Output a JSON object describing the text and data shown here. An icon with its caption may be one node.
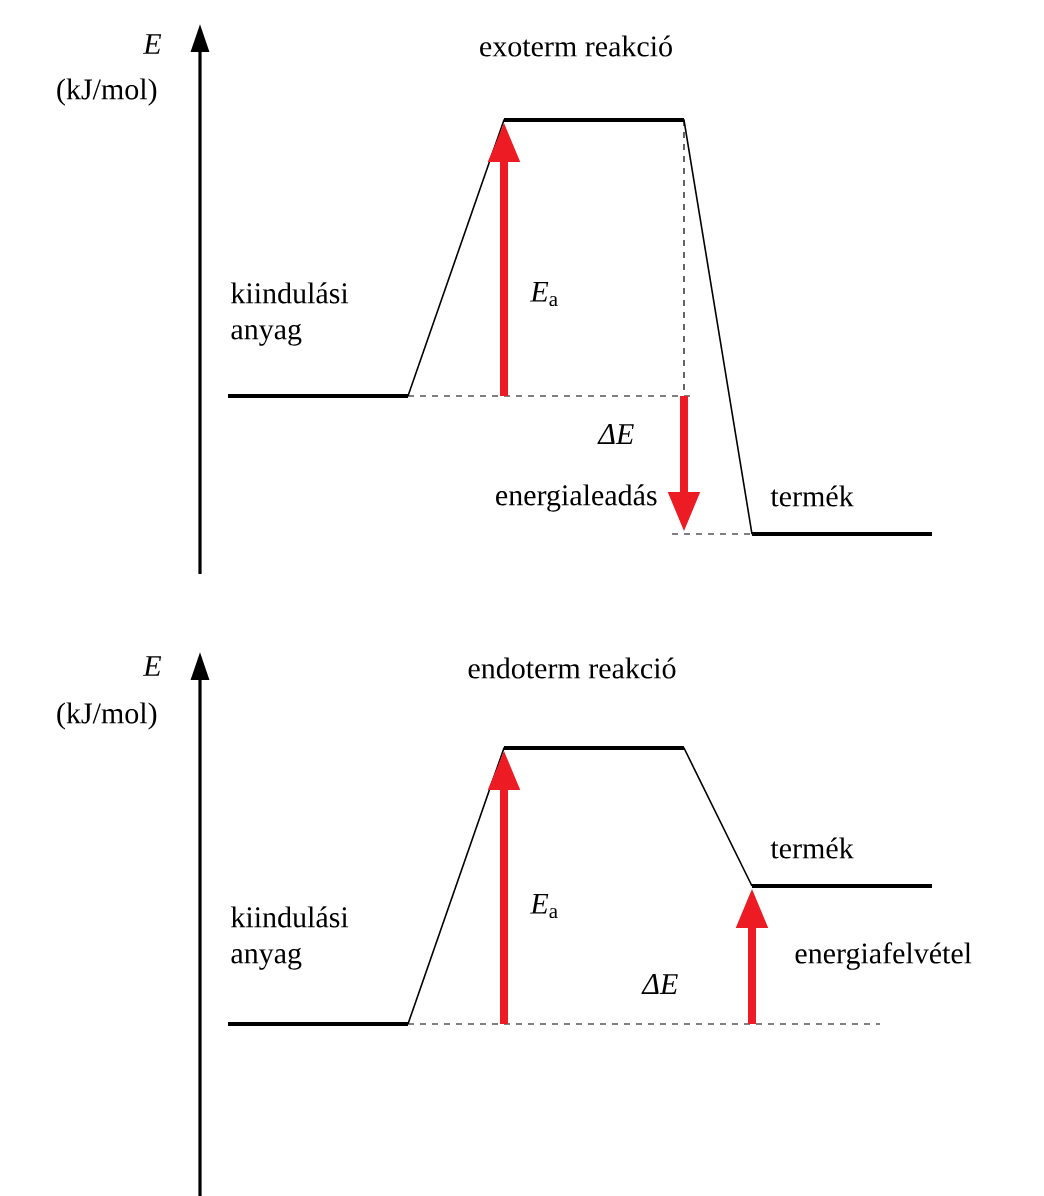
{
  "diagram": {
    "labels": [
      "E",
      "(kJ/mol)",
      "exoterm reakció",
      "kiindulási anyag",
      "*E*$_{a}$",
      "ΔE",
      "energialeadás",
      "termék",
      "E",
      "(kJ/mol)",
      "endoterm reakció",
      "termék",
      "kiindulási anyag",
      "*E*$_{a}$",
      "energiafelvétel",
      "ΔE"
    ]
  }
}
